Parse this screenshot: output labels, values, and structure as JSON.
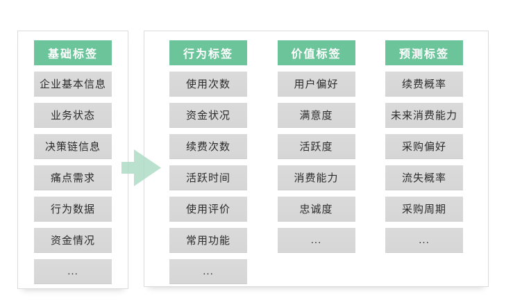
{
  "diagram": {
    "title_semantic": "customer tag system flow",
    "left_panel": {
      "header": "基础标签",
      "items": [
        "企业基本信息",
        "业务状态",
        "决策链信息",
        "痛点需求",
        "行为数据",
        "资金情况",
        "..."
      ]
    },
    "arrow_icon": "right-block-arrow",
    "right_panel": {
      "columns": [
        {
          "header": "行为标签",
          "items": [
            "使用次数",
            "资金状况",
            "续费次数",
            "活跃时间",
            "使用评价",
            "常用功能",
            "..."
          ]
        },
        {
          "header": "价值标签",
          "items": [
            "用户偏好",
            "满意度",
            "活跃度",
            "消费能力",
            "忠诚度",
            "..."
          ]
        },
        {
          "header": "预测标签",
          "items": [
            "续费概率",
            "未来消费能力",
            "采购偏好",
            "流失概率",
            "采购周期",
            "..."
          ]
        }
      ]
    },
    "colors": {
      "header_bg": "#6cc49a",
      "header_text": "#ffffff",
      "item_bg": "#d6d6d6",
      "item_text": "#2b2b2b",
      "arrow": "#aedcc6",
      "panel_border": "#dbdbdb",
      "canvas_bg": "#ffffff"
    }
  }
}
